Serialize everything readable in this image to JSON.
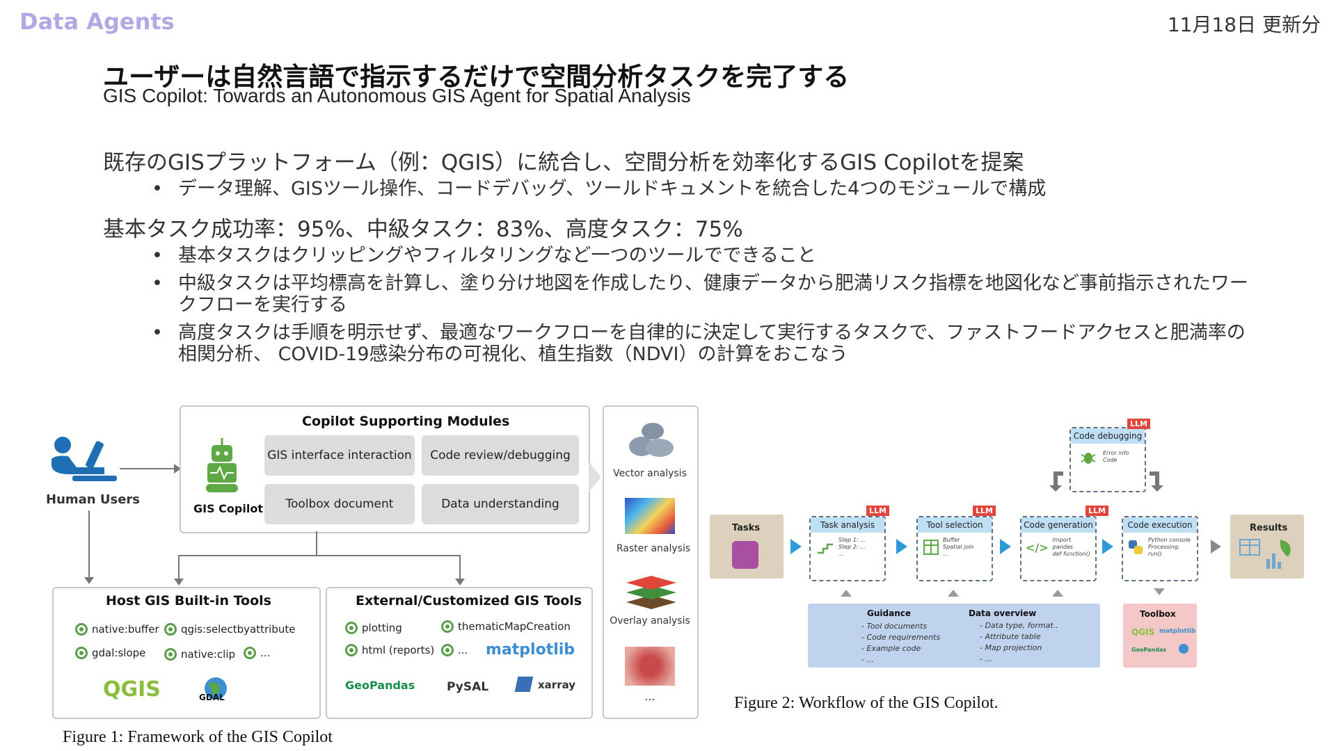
{
  "header": {
    "brand": "Data Agents",
    "date": "11月18日 更新分"
  },
  "title": "ユーザーは自然言語で指示するだけで空間分析タスクを完了する",
  "subtitle": "GIS Copilot: Towards an Autonomous GIS Agent for Spatial Analysis",
  "points": [
    {
      "text": "既存のGISプラットフォーム（例：QGIS）に統合し、空間分析を効率化するGIS Copilotを提案",
      "subs": [
        "データ理解、GISツール操作、コードデバッグ、ツールドキュメントを統合した4つのモジュールで構成"
      ]
    },
    {
      "text": "基本タスク成功率：95%、中級タスク：83%、高度タスク：75%",
      "subs": [
        "基本タスクはクリッピングやフィルタリングなど一つのツールでできること",
        "中級タスクは平均標高を計算し、塗り分け地図を作成したり、健康データから肥満リスク指標を地図化など事前指示されたワークフローを実行する",
        "高度タスクは手順を明示せず、最適なワークフローを自律的に決定して実行するタスクで、ファストフードアクセスと肥満率の相関分析、 COVID-19感染分布の可視化、植生指数（NDVI）の計算をおこなう"
      ]
    }
  ],
  "figure1": {
    "human_users": "Human Users",
    "gis_copilot": "GIS Copilot",
    "modules_title": "Copilot Supporting Modules",
    "modules": [
      "GIS interface interaction",
      "Code review/debugging",
      "Toolbox document",
      "Data understanding"
    ],
    "host_title": "Host GIS Built-in Tools",
    "host_tools": [
      "native:buffer",
      "qgis:selectbyattribute",
      "gdal:slope",
      "native:clip",
      "..."
    ],
    "host_logos": [
      "QGIS",
      "GDAL"
    ],
    "ext_title": "External/Customized GIS Tools",
    "ext_tools": [
      "plotting",
      "thematicMapCreation",
      "html (reports)",
      "..."
    ],
    "ext_logos": [
      "matplotlib",
      "GeoPandas",
      "PySAL",
      "xarray"
    ],
    "analyses": [
      "Vector analysis",
      "Raster analysis",
      "Overlay analysis",
      "..."
    ],
    "caption": "Figure 1: Framework of the GIS Copilot"
  },
  "figure2": {
    "tasks": "Tasks",
    "results": "Results",
    "llm": "LLM",
    "stages": [
      {
        "title": "Task analysis",
        "notes": [
          "Step 1: ...",
          "Step 2: ...",
          "..."
        ]
      },
      {
        "title": "Tool selection",
        "notes": [
          "Buffer",
          "Spatial join",
          "..."
        ]
      },
      {
        "title": "Code generation",
        "notes": [
          "Import pandas",
          "def function()"
        ]
      },
      {
        "title": "Code execution",
        "notes": [
          "Python console",
          "Processing.",
          "run()"
        ]
      }
    ],
    "debug": {
      "title": "Code debugging",
      "notes": [
        "Error info",
        "Code"
      ]
    },
    "guidance_title": "Guidance",
    "guidance_items": [
      "- Tool documents",
      "- Code requirements",
      "- Example code",
      "- ..."
    ],
    "data_title": "Data overview",
    "data_items": [
      "- Data type, format..",
      "- Attribute table",
      "- Map projection",
      "- ..."
    ],
    "toolbox_title": "Toolbox",
    "toolbox_logos": [
      "QGIS",
      "matplotlib",
      "GeoPandas"
    ],
    "caption": "Figure 2: Workflow of the GIS Copilot."
  }
}
